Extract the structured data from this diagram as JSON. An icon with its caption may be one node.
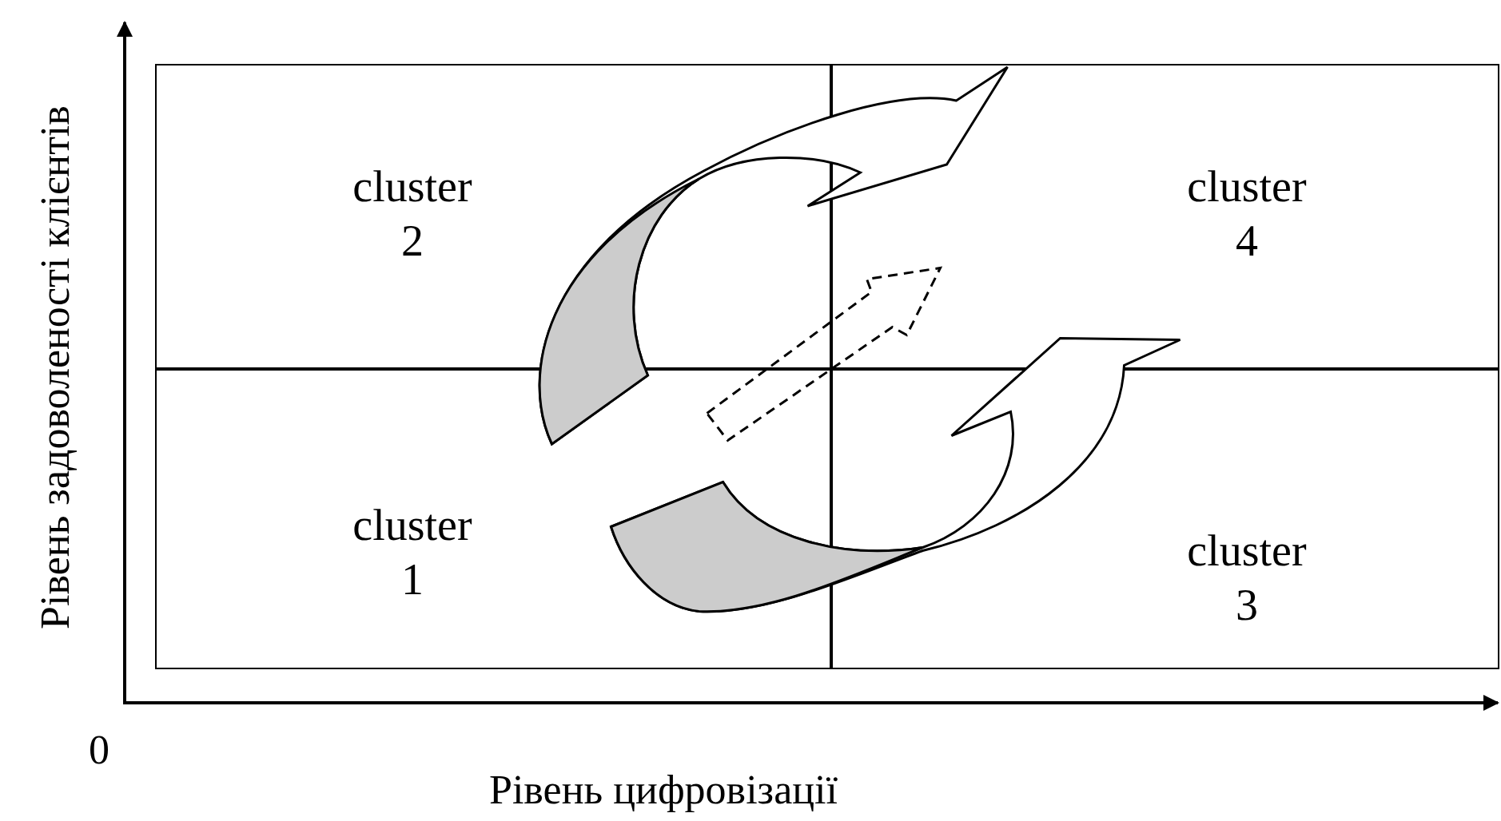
{
  "diagram": {
    "nodes": [
      {
        "text": [
          "cluster 2"
        ]
      },
      {
        "text": [
          "cluster 4"
        ]
      },
      {
        "text": [
          "cluster 1"
        ]
      },
      {
        "text": [
          "cluster 3"
        ]
      }
    ],
    "edges": [
      {
        "from": 0,
        "to": 1,
        "arrow": "to"
      },
      {
        "from": 2,
        "to": 1,
        "arrow": "to"
      },
      {
        "from": 2,
        "to": 1,
        "arrow": "to",
        "style": "dashed"
      }
    ],
    "labels": [
      "Рівень задоволеності клієнтів",
      "0",
      "Рівень цифровізації"
    ]
  }
}
